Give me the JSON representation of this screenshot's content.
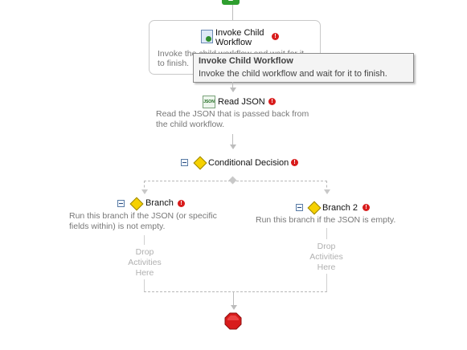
{
  "invoke": {
    "title": "Invoke Child Workflow",
    "title_line1": "Invoke Child",
    "title_line2": "Workflow",
    "desc_line1": "Invoke the child workflow and wait for it",
    "desc_line2": "to finish."
  },
  "tooltip": {
    "title": "Invoke Child Workflow",
    "text": "Invoke the child workflow and wait for it to finish."
  },
  "read_json": {
    "title": "Read JSON",
    "icon_text": "JSON",
    "desc_line1": "Read the JSON that is passed back from",
    "desc_line2": "the child workflow."
  },
  "decision": {
    "title": "Conditional Decision"
  },
  "branch1": {
    "title": "Branch",
    "desc_line1": "Run this branch if the JSON (or specific",
    "desc_line2": "fields within) is not empty.",
    "drop_line1": "Drop",
    "drop_line2": "Activities",
    "drop_line3": "Here"
  },
  "branch2": {
    "title": "Branch 2",
    "desc": "Run this branch if the JSON is empty.",
    "drop_line1": "Drop",
    "drop_line2": "Activities",
    "drop_line3": "Here"
  },
  "colors": {
    "start": "#2e9e2e",
    "stop": "#d81c1c",
    "error": "#d81c1c",
    "decision": "#f6d100"
  }
}
